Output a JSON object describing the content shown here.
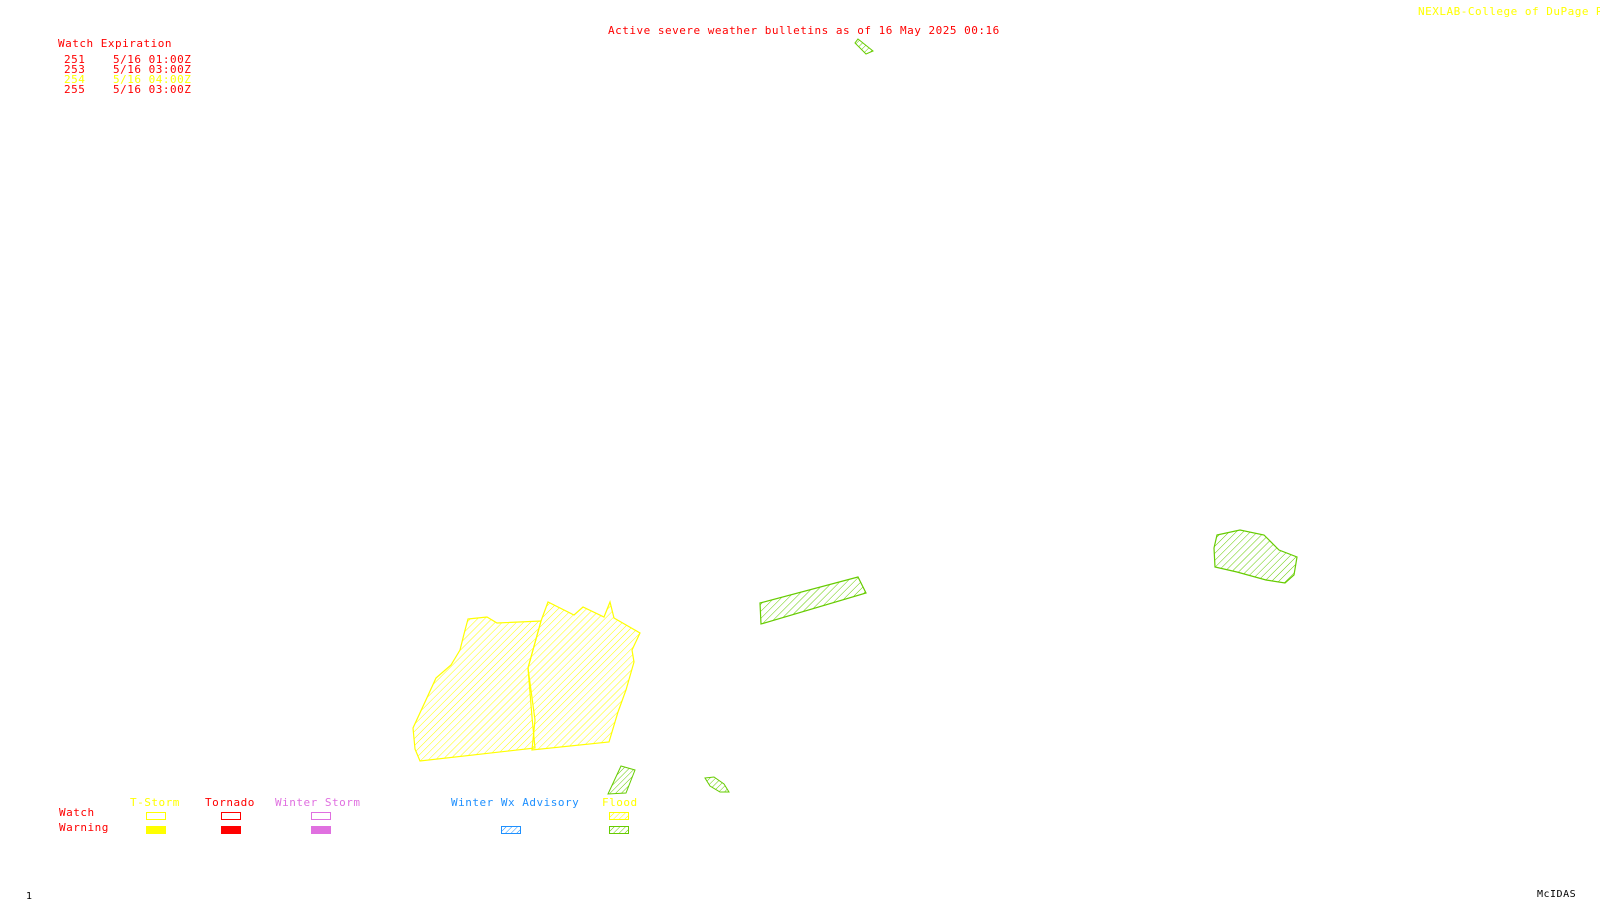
{
  "header": {
    "title": "Active severe weather bulletins as of 16 May 2025 00:16",
    "source": "NEXLAB-College of DuPage R"
  },
  "watch_table": {
    "heading": "Watch Expiration",
    "rows": [
      {
        "id": "251",
        "expires": "5/16 01:00Z",
        "color": "#ff0000"
      },
      {
        "id": "253",
        "expires": "5/16 03:00Z",
        "color": "#ff0000"
      },
      {
        "id": "254",
        "expires": "5/16 04:00Z",
        "color": "#ffff00"
      },
      {
        "id": "255",
        "expires": "5/16 03:00Z",
        "color": "#ff0000"
      }
    ]
  },
  "legend": {
    "row_labels": {
      "watch": "Watch",
      "warning": "Warning"
    },
    "categories": [
      {
        "label": "T-Storm",
        "color": "#ffff00"
      },
      {
        "label": "Tornado",
        "color": "#ff0000"
      },
      {
        "label": "Winter Storm",
        "color": "#e070e0"
      },
      {
        "label": "Winter Wx Advisory",
        "color": "#1e90ff"
      },
      {
        "label": "Flood",
        "color": "#66cc00"
      }
    ]
  },
  "footer": {
    "frame": "1",
    "software": "McIDAS"
  },
  "colors": {
    "title": "#ff0000",
    "tstorm": "#ffff00",
    "flood": "#66cc00",
    "footer": "#000000"
  }
}
